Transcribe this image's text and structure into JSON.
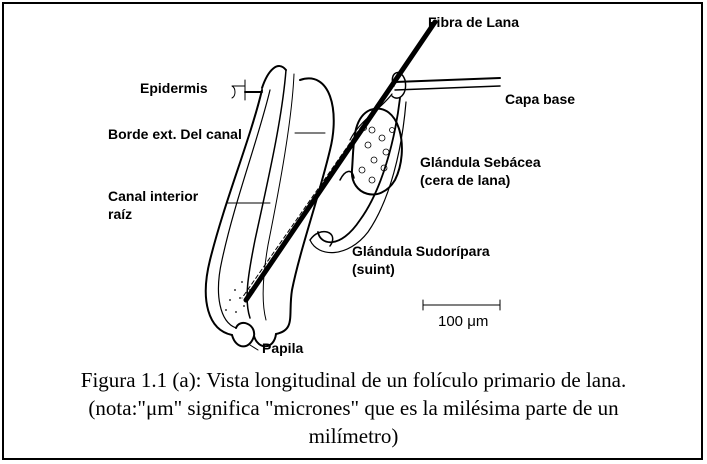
{
  "labels": {
    "fibra": "Fibra de Lana",
    "epidermis": "Epidermis",
    "capa_base": "Capa base",
    "borde": "Borde ext. Del canal",
    "sebacea_1": "Glándula Sebácea",
    "sebacea_2": "(cera de lana)",
    "canal_1": "Canal interior",
    "canal_2": "raíz",
    "sudoripara_1": "Glándula Sudorípara",
    "sudoripara_2": "(suint)",
    "papila": "Papila",
    "scale": "100 μm"
  },
  "caption": {
    "line1": "Figura 1.1 (a): Vista longitudinal de un folículo primario de lana.",
    "line2": "(nota:\"μm\" significa \"micrones\" que es la milésima parte de un",
    "line3": "milímetro)"
  }
}
